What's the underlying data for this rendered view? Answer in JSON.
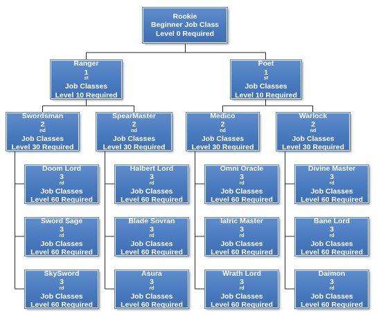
{
  "colors": {
    "box": "#4a7bbf",
    "line": "#262626",
    "text": "#ffffff"
  },
  "root": {
    "name": "Rookie",
    "line2": "Beginner Job Class",
    "line3": "Level 0 Required"
  },
  "tier1": [
    {
      "name": "Ranger",
      "ordinal": "1",
      "sup": "st",
      "classes": "Job Classes",
      "level": "Level 10 Required"
    },
    {
      "name": "Poet",
      "ordinal": "1",
      "sup": "st",
      "classes": "Job Classes",
      "level": "Level 10 Required"
    }
  ],
  "tier2": [
    {
      "name": "Swordsman",
      "ordinal": "2",
      "sup": "nd",
      "classes": "Job Classes",
      "level": "Level 30 Required"
    },
    {
      "name": "SpearMaster",
      "ordinal": "2",
      "sup": "nd",
      "classes": "Job Classes",
      "level": "Level 30 Required"
    },
    {
      "name": "Medico",
      "ordinal": "2",
      "sup": "nd",
      "classes": "Job Classes",
      "level": "Level 30 Required"
    },
    {
      "name": "Warlock",
      "ordinal": "2",
      "sup": "nd",
      "classes": "Job Classes",
      "level": "Level 30 Required"
    }
  ],
  "tier3": [
    [
      {
        "name": "Doom Lord",
        "ordinal": "3",
        "sup": "rd",
        "classes": "Job Classes",
        "level": "Level 60 Required"
      },
      {
        "name": "Sword Sage",
        "ordinal": "3",
        "sup": "rd",
        "classes": "Job Classes",
        "level": "Level 60 Required"
      },
      {
        "name": "SkySword",
        "ordinal": "3",
        "sup": "rd",
        "classes": "Job Classes",
        "level": "Level 60 Required"
      }
    ],
    [
      {
        "name": "Halbert Lord",
        "ordinal": "3",
        "sup": "rd",
        "classes": "Job Classes",
        "level": "Level 60 Required"
      },
      {
        "name": "Blade Sovran",
        "ordinal": "3",
        "sup": "rd",
        "classes": "Job Classes",
        "level": "Level 60 Required"
      },
      {
        "name": "Asura",
        "ordinal": "3",
        "sup": "rd",
        "classes": "Job Classes",
        "level": "Level 60 Required"
      }
    ],
    [
      {
        "name": "Omni Oracle",
        "ordinal": "3",
        "sup": "rd",
        "classes": "Job Classes",
        "level": "Level 60 Required"
      },
      {
        "name": "Iatric Master",
        "ordinal": "3",
        "sup": "rd",
        "classes": "Job Classes",
        "level": "Level 60 Required"
      },
      {
        "name": "Wrath Lord",
        "ordinal": "3",
        "sup": "rd",
        "classes": "Job Classes",
        "level": "Level 60 Required"
      }
    ],
    [
      {
        "name": "Divine Master",
        "ordinal": "3",
        "sup": "rd",
        "classes": "Job Classes",
        "level": "Level 60 Required"
      },
      {
        "name": "Bane Lord",
        "ordinal": "3",
        "sup": "rd",
        "classes": "Job Classes",
        "level": "Level 60 Required"
      },
      {
        "name": "Daimon",
        "ordinal": "3",
        "sup": "rd",
        "classes": "Job Classes",
        "level": "Level 60 Required"
      }
    ]
  ]
}
